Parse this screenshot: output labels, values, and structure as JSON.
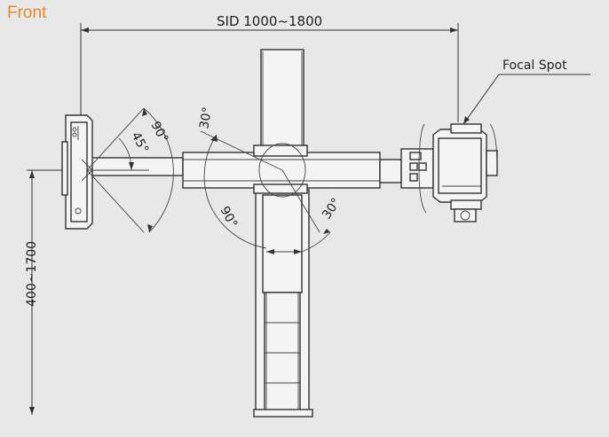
{
  "labels": {
    "front": "Front",
    "sid": "SID 1000~1800",
    "focal_spot": "Focal Spot",
    "height": "400~1700",
    "angle_90_left": "90°",
    "angle_45": "45°",
    "angle_30_top": "30°",
    "angle_90_bottom": "90°",
    "angle_30_bottom": "30°"
  },
  "colors": {
    "background": "#e8e8e8",
    "accent": "#e0892b",
    "line": "#333333"
  }
}
